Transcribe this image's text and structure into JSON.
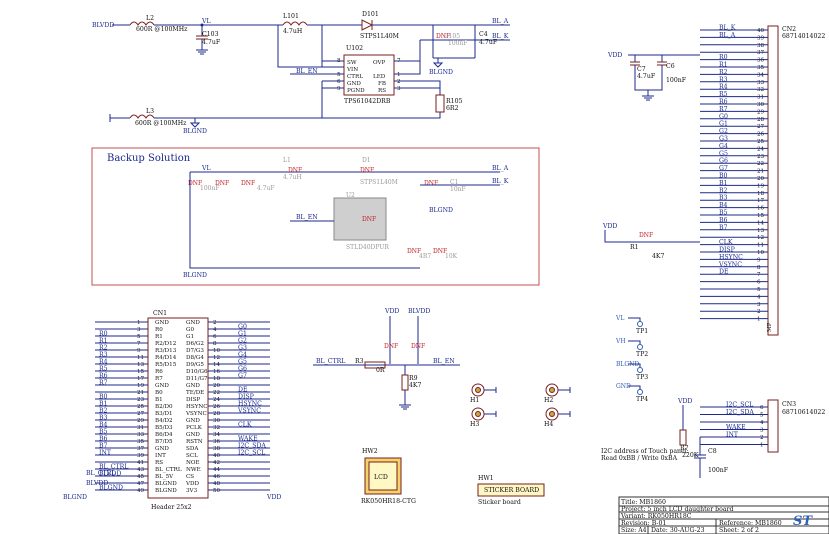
{
  "power": {
    "blvdd": "BLVDD",
    "l2": "L2",
    "l2_val": "600R @100MHz",
    "vl": "VL",
    "c103": "C103",
    "c103_val": "4.7uF",
    "l101": "L101",
    "l101_val": "4.7uH",
    "d101": "D101",
    "d101_val": "STPS1L40M",
    "dnf": "DNF",
    "c105": "C105",
    "c105_val": "100nF",
    "c4": "C4",
    "c4_val": "4.7uF",
    "bl_a": "BL_A",
    "bl_k": "BL_K",
    "u102": "U102",
    "u102_pins_left": [
      "SW",
      "VIN",
      "CTRL",
      "GND",
      "PGND"
    ],
    "u102_pins_right": [
      "OVP",
      "LED",
      "FB",
      "RS"
    ],
    "u102_pin_nums_left": [
      "8",
      "5",
      "6",
      "9"
    ],
    "u102_pin_nums_right": [
      "7",
      "1",
      "2",
      "3"
    ],
    "u102_val": "TPS61042DRB",
    "bl_en": "BL_EN",
    "blgnd": "BLGND",
    "r105": "R105",
    "r105_val": "6R2",
    "l3": "L3",
    "l3_val": "600R @100MHz"
  },
  "backup": {
    "title": "Backup Solution",
    "vl": "VL",
    "dnf": "DNF",
    "c2_val": "100nF",
    "c3_val": "4.7uF",
    "l1": "L1",
    "l1_val": "4.7uH",
    "d1": "D1",
    "d1_val": "STPS1L40M",
    "c1": "C1",
    "c1_val": "10nF",
    "bl_a": "BL_A",
    "bl_k": "BL_K",
    "u2": "U2",
    "bl_en": "BL_EN",
    "u2_val": "STLD40DPUR",
    "blgnd": "BLGND",
    "r2_val": "4R7",
    "r3_val": "10K"
  },
  "cn2": {
    "ref": "CN2",
    "part": "68714014022",
    "vdd": "VDD",
    "c7": "C7",
    "c7_val": "4.7uF",
    "c6": "C6",
    "c6_val": "100nF",
    "signals": [
      "BL_K",
      "BL_A",
      "",
      "",
      "R0",
      "R1",
      "R2",
      "R3",
      "R4",
      "R5",
      "R6",
      "R7",
      "G0",
      "G1",
      "G2",
      "G3",
      "G4",
      "G5",
      "G6",
      "G7",
      "B0",
      "B1",
      "B2",
      "B3",
      "B4",
      "B5",
      "B6",
      "B7",
      "",
      "CLK",
      "DISP",
      "HSYNC",
      "VSYNC",
      "DE",
      "",
      "",
      "",
      "",
      "",
      ""
    ],
    "pins": [
      "40",
      "39",
      "38",
      "37",
      "36",
      "35",
      "34",
      "33",
      "32",
      "31",
      "30",
      "29",
      "28",
      "27",
      "26",
      "25",
      "24",
      "23",
      "22",
      "21",
      "20",
      "19",
      "18",
      "17",
      "16",
      "15",
      "14",
      "13",
      "12",
      "11",
      "10",
      "9",
      "8",
      "7",
      "6",
      "5",
      "4",
      "3",
      "2",
      "1"
    ],
    "mp": "MP",
    "r1": "R1",
    "r1_val": "4K7",
    "dnf": "DNF"
  },
  "cn1": {
    "ref": "CN1",
    "footer": "Header 25x2",
    "left_nets": [
      "",
      "R0",
      "R1",
      "R2",
      "R3",
      "R4",
      "R5",
      "R6",
      "R7",
      "",
      "B0",
      "B1",
      "B2",
      "B3",
      "B4",
      "B5",
      "B6",
      "B7",
      "INT",
      "",
      "BL_CTRL",
      "BLVDD",
      "",
      "BLGND"
    ],
    "left_nums": [
      "1",
      "3",
      "5",
      "7",
      "9",
      "11",
      "13",
      "15",
      "17",
      "19",
      "21",
      "23",
      "25",
      "27",
      "29",
      "31",
      "33",
      "35",
      "37",
      "39",
      "41",
      "43",
      "45",
      "47",
      "49"
    ],
    "left_pins": [
      "GND",
      "R0",
      "R1",
      "R2/D12",
      "R3/D13",
      "R4/D14",
      "R5/D15",
      "R6",
      "R7",
      "GND",
      "B0",
      "B1",
      "B2/D0",
      "B3/D1",
      "B4/D2",
      "B5/D3",
      "B6/D4",
      "B7/D5",
      "GND",
      "INT",
      "RS",
      "BL_CTRL",
      "BL_5V",
      "BLGND",
      "BLGND"
    ],
    "right_pins": [
      "GND",
      "G0",
      "G1",
      "D6/G2",
      "D7/G3",
      "D8/G4",
      "D9/G5",
      "D10/G6",
      "D11/G7",
      "GND",
      "TE/DE",
      "DISP",
      "HSYNC",
      "VSYNC",
      "GND",
      "PCLK",
      "GND",
      "RSTN",
      "SDA",
      "SCL",
      "NOE",
      "NWE",
      "CS",
      "VDD",
      "3V3"
    ],
    "right_nums": [
      "2",
      "4",
      "6",
      "8",
      "10",
      "12",
      "14",
      "16",
      "18",
      "20",
      "22",
      "24",
      "26",
      "28",
      "30",
      "32",
      "34",
      "36",
      "38",
      "40",
      "42",
      "44",
      "46",
      "48",
      "50"
    ],
    "right_nets": [
      "",
      "G0",
      "G1",
      "G2",
      "G3",
      "G4",
      "G5",
      "G6",
      "G7",
      "",
      "DE",
      "DISP",
      "HSYNC",
      "VSYNC",
      "",
      "CLK",
      "",
      "WAKE",
      "I2C_SDA",
      "I2C_SCL"
    ],
    "int": "INT",
    "bl_ctrl": "BL_CTRL",
    "blvdd": "BLVDD",
    "blgnd": "BLGND",
    "vdd": "VDD"
  },
  "blctrl": {
    "vdd": "VDD",
    "blvdd": "BLVDD",
    "dnf": "DNF",
    "r3": "R3",
    "r3_val": "0R",
    "bl_ctrl": "BL_CTRL",
    "bl_en": "BL_EN",
    "r9": "R9",
    "r9_val": "4K7"
  },
  "holes": [
    "H1",
    "H2",
    "H3",
    "H4"
  ],
  "testpoints": [
    {
      "net": "VL",
      "ref": "TP1"
    },
    {
      "net": "VH",
      "ref": "TP2"
    },
    {
      "net": "BLGND",
      "ref": "TP3"
    },
    {
      "net": "GND",
      "ref": "TP4"
    }
  ],
  "hw2": {
    "ref": "HW2",
    "label": "LCD",
    "part": "RK050HR18-CTG"
  },
  "hw1": {
    "ref": "HW1",
    "label": "STICKER BOARD",
    "part": "Sticker board"
  },
  "cn3": {
    "ref": "CN3",
    "part": "68710614022",
    "vdd": "VDD",
    "r7": "R7",
    "r7_val": "220K",
    "c8": "C8",
    "c8_val": "100nF",
    "signals": [
      "I2C_SCL",
      "I2C_SDA",
      "",
      "WAKE",
      "INT",
      ""
    ],
    "pins": [
      "6",
      "5",
      "4",
      "3",
      "2",
      "1"
    ],
    "note1": "I2C address of Touch panel:",
    "note2": "Read 0xBB / Write 0xBA"
  },
  "titleblock": {
    "title": "Title: MB1860",
    "project": "Project: 5 inch LCD daughter board",
    "variant": "Variant: RK050HR18C",
    "revision": "Revision: B-01",
    "reference": "Reference: MB1860",
    "size": "Size: A4",
    "date": "Date: 30-AUG-23",
    "sheet": "Sheet: 2 of 2",
    "logo": "ST"
  }
}
